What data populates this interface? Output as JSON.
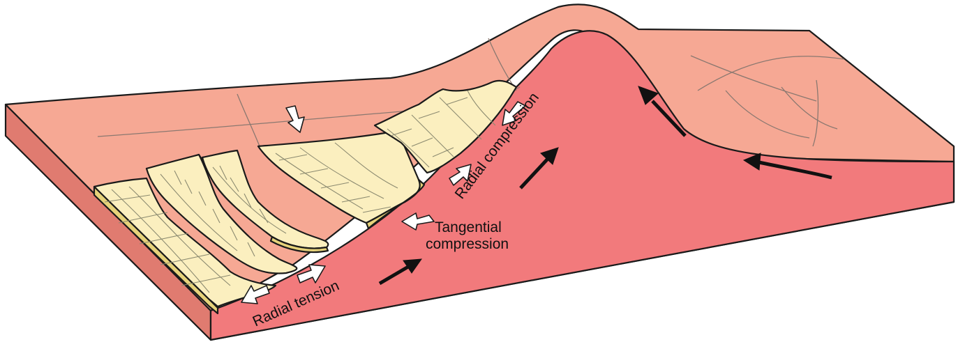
{
  "labels": {
    "radial_tension": "Radial tension",
    "tangential_1": "Tangential",
    "tangential_2": "compression",
    "radial_compression": "Radial compression"
  },
  "colors": {
    "surface": "#f6a894",
    "front_face": "#e67a74",
    "side_face": "#e07b70",
    "intrusion": "#f27a7c",
    "fold_top": "#fbefbf",
    "fold_edge": "#e6d27a"
  },
  "icons": {
    "flow_arrows": "black-arrow-icon",
    "stress_arrows": "white-arrow-icon"
  }
}
